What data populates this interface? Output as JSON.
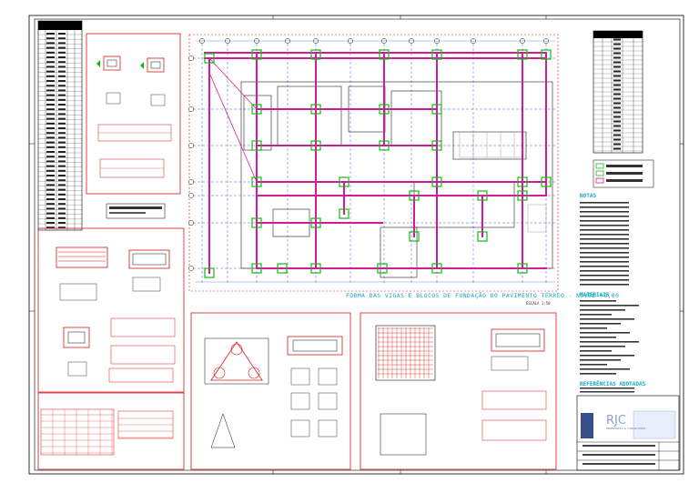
{
  "drawing": {
    "plan_title": "FORMA DAS VIGAS E BLOCOS DE FUNDAÇÃO DO PAVIMENTO TÉRREO - NÍVEL +0,00",
    "plan_scale": "ESCALA 1:50",
    "notes_heading": "NOTAS",
    "materials_heading": "MATERIAIS",
    "references_heading": "REFERÊNCIAS ADOTADAS",
    "logo_text": "RJC",
    "logo_subtext": "ENGENHARIA & CONSULTORIA"
  },
  "colors": {
    "frame": "#000000",
    "beams": "#d6189c",
    "grid": "#1e3cc8",
    "details": "#d81818",
    "columns": "#16b818",
    "titles": "#11a8c8",
    "walls": "#222222"
  }
}
